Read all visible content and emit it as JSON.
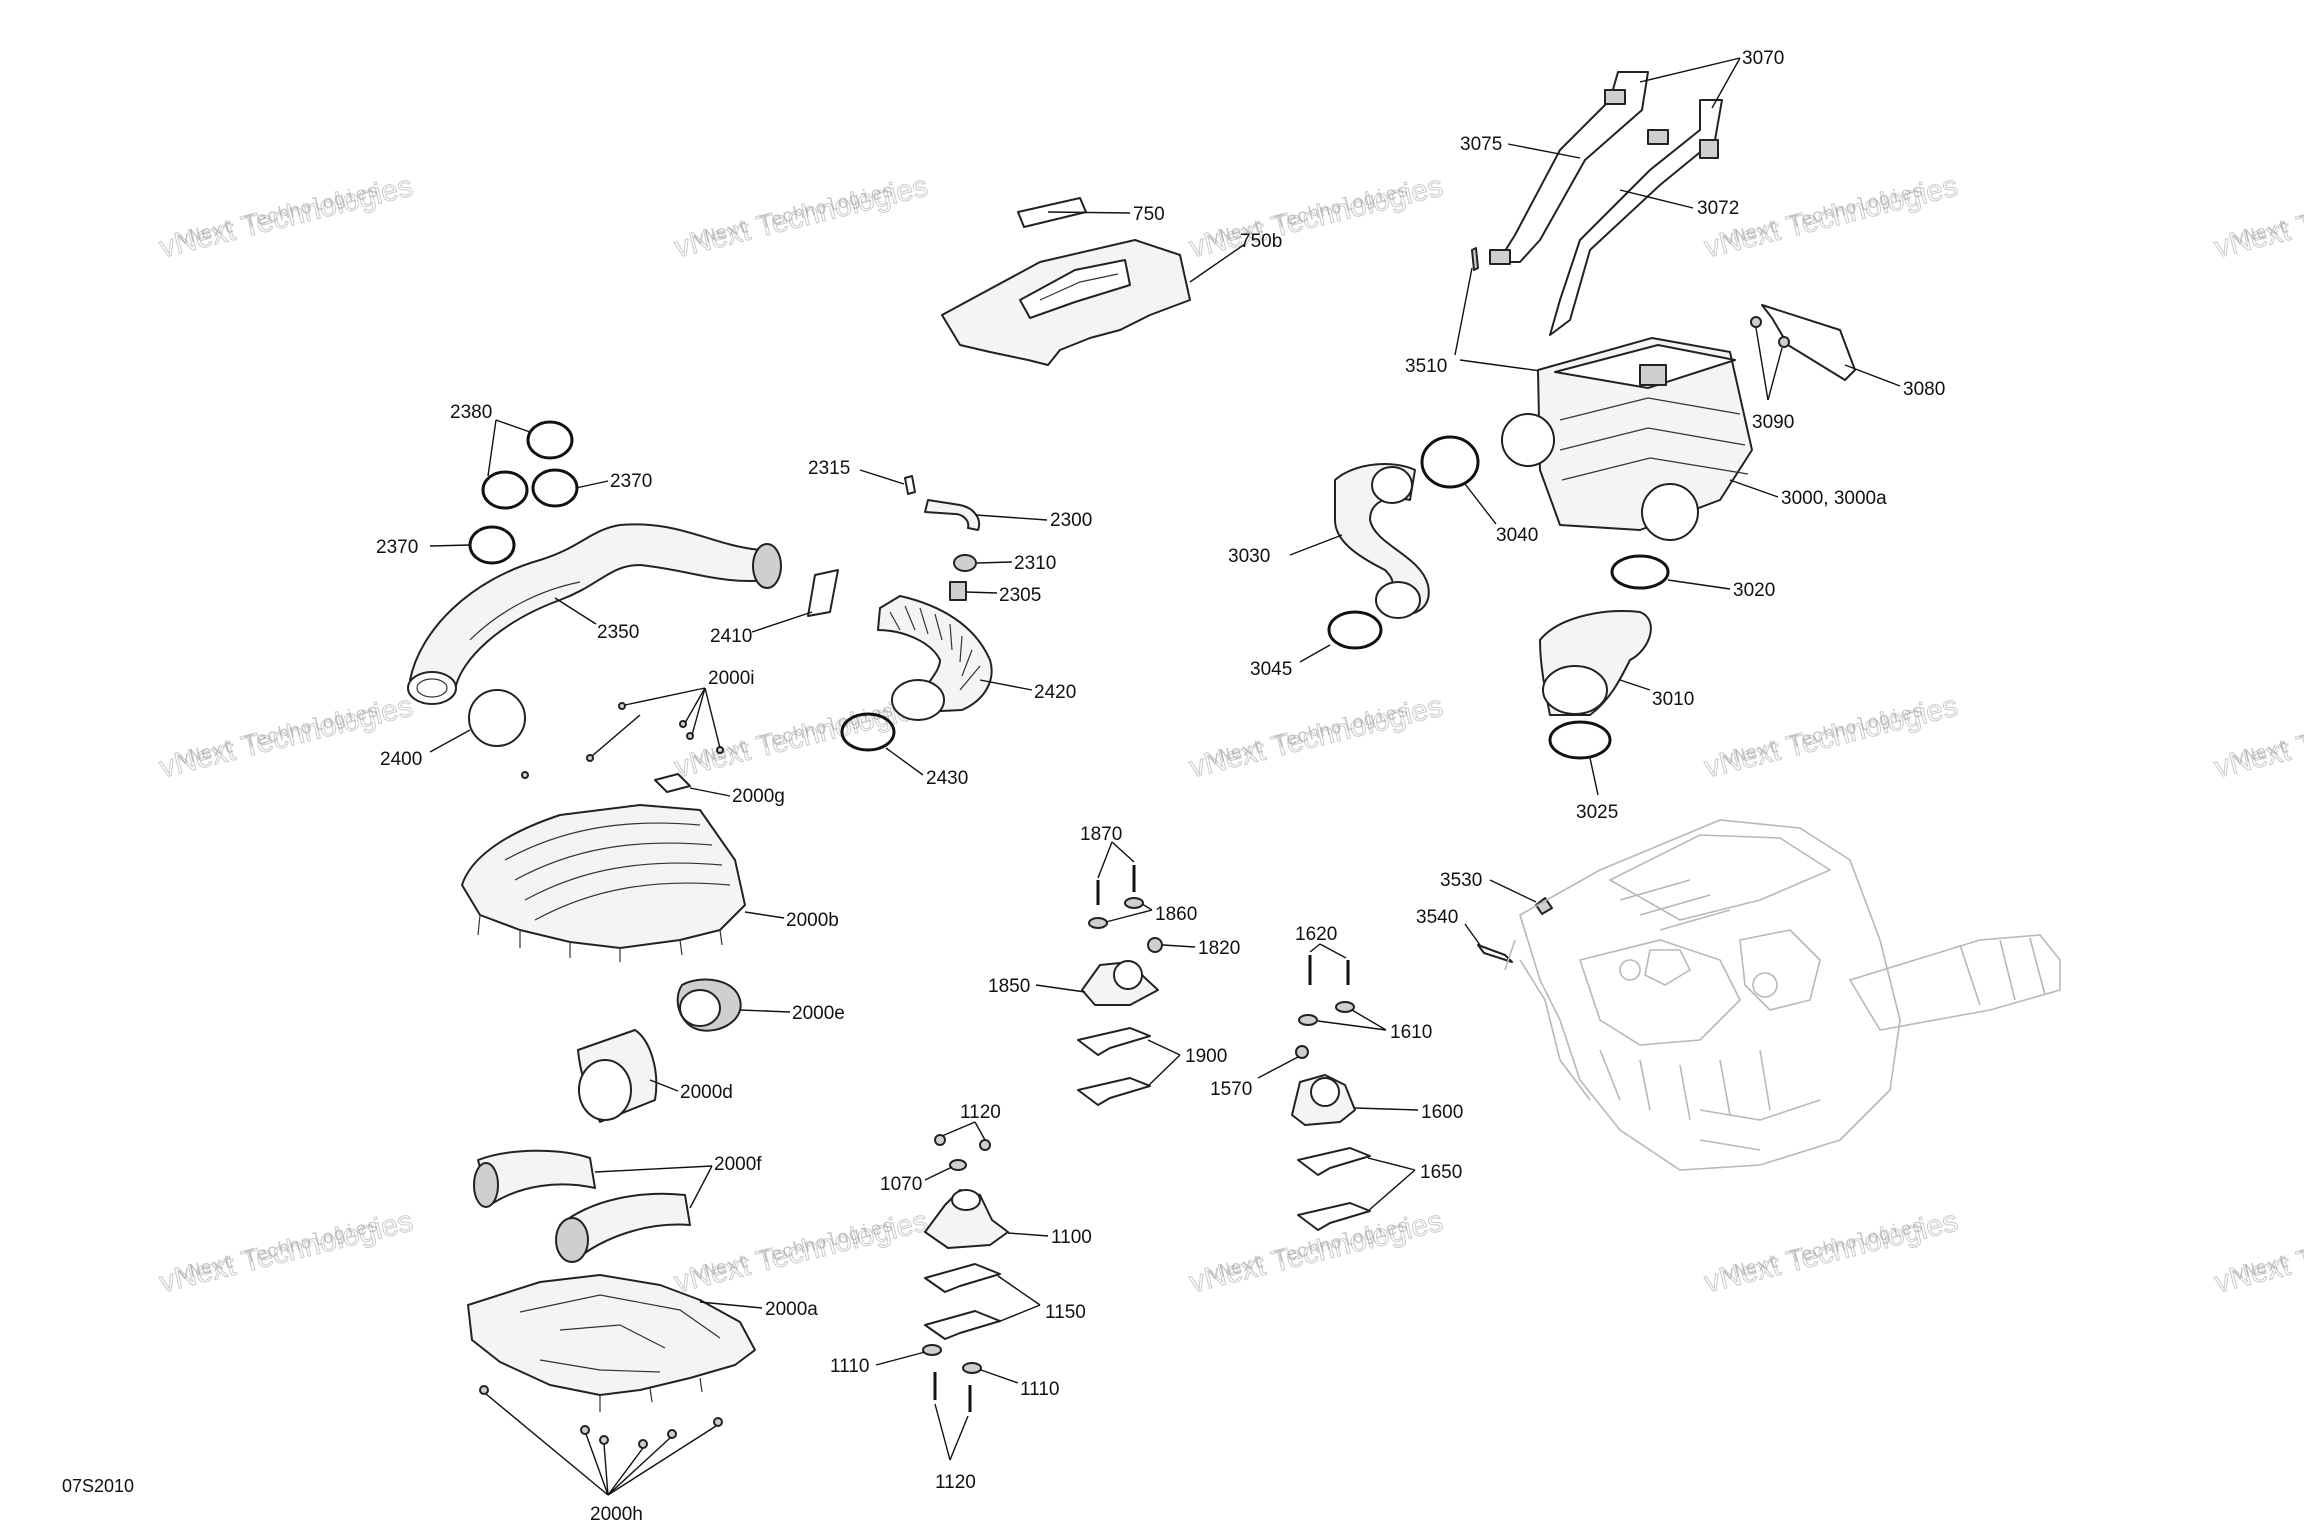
{
  "watermark": {
    "line1": "vNext Technologies",
    "line2": "vNext Technologies"
  },
  "diagram_code": "07S2010",
  "callouts": {
    "c750": "750",
    "c750b": "750b",
    "c2380": "2380",
    "c2370a": "2370",
    "c2370b": "2370",
    "c2350": "2350",
    "c2400": "2400",
    "c2410": "2410",
    "c2315": "2315",
    "c2300": "2300",
    "c2310": "2310",
    "c2305": "2305",
    "c2420": "2420",
    "c2430": "2430",
    "c2000i": "2000i",
    "c2000g": "2000g",
    "c2000b": "2000b",
    "c2000e": "2000e",
    "c2000d": "2000d",
    "c2000f": "2000f",
    "c2000a": "2000a",
    "c2000h": "2000h",
    "c3070": "3070",
    "c3075": "3075",
    "c3072": "3072",
    "c3510": "3510",
    "c3080": "3080",
    "c3090": "3090",
    "c3000": "3000, 3000a",
    "c3040": "3040",
    "c3030": "3030",
    "c3020": "3020",
    "c3045": "3045",
    "c3010": "3010",
    "c3025": "3025",
    "c3530": "3530",
    "c3540": "3540",
    "c1870": "1870",
    "c1860": "1860",
    "c1820": "1820",
    "c1850": "1850",
    "c1900": "1900",
    "c1620": "1620",
    "c1610": "1610",
    "c1570": "1570",
    "c1600": "1600",
    "c1650": "1650",
    "c1120a": "1120",
    "c1070": "1070",
    "c1100": "1100",
    "c1150": "1150",
    "c1110a": "1110",
    "c1110b": "1110",
    "c1120b": "1120"
  }
}
